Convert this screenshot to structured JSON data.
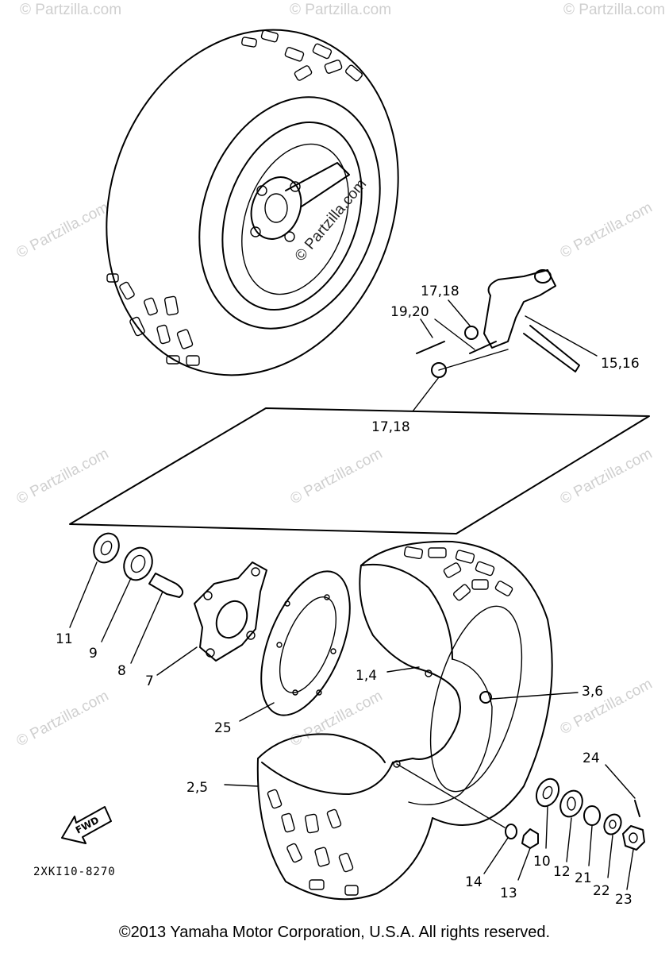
{
  "diagram": {
    "part_code": "2XKI10-8270",
    "fwd_label": "FWD",
    "callouts": [
      {
        "id": "c-17-18-top",
        "text": "17,18"
      },
      {
        "id": "c-19-20",
        "text": "19,20"
      },
      {
        "id": "c-15-16",
        "text": "15,16"
      },
      {
        "id": "c-17-18-bottom",
        "text": "17,18"
      },
      {
        "id": "c-11",
        "text": "11"
      },
      {
        "id": "c-9",
        "text": "9"
      },
      {
        "id": "c-8",
        "text": "8"
      },
      {
        "id": "c-7",
        "text": "7"
      },
      {
        "id": "c-1-4",
        "text": "1,4"
      },
      {
        "id": "c-3-6",
        "text": "3,6"
      },
      {
        "id": "c-25",
        "text": "25"
      },
      {
        "id": "c-2-5",
        "text": "2,5"
      },
      {
        "id": "c-24",
        "text": "24"
      },
      {
        "id": "c-14",
        "text": "14"
      },
      {
        "id": "c-13",
        "text": "13"
      },
      {
        "id": "c-10",
        "text": "10"
      },
      {
        "id": "c-12",
        "text": "12"
      },
      {
        "id": "c-21",
        "text": "21"
      },
      {
        "id": "c-22",
        "text": "22"
      },
      {
        "id": "c-23",
        "text": "23"
      }
    ],
    "watermark": "© Partzilla.com"
  },
  "footer": {
    "copyright": "©2013 Yamaha Motor Corporation, U.S.A. All rights reserved."
  }
}
